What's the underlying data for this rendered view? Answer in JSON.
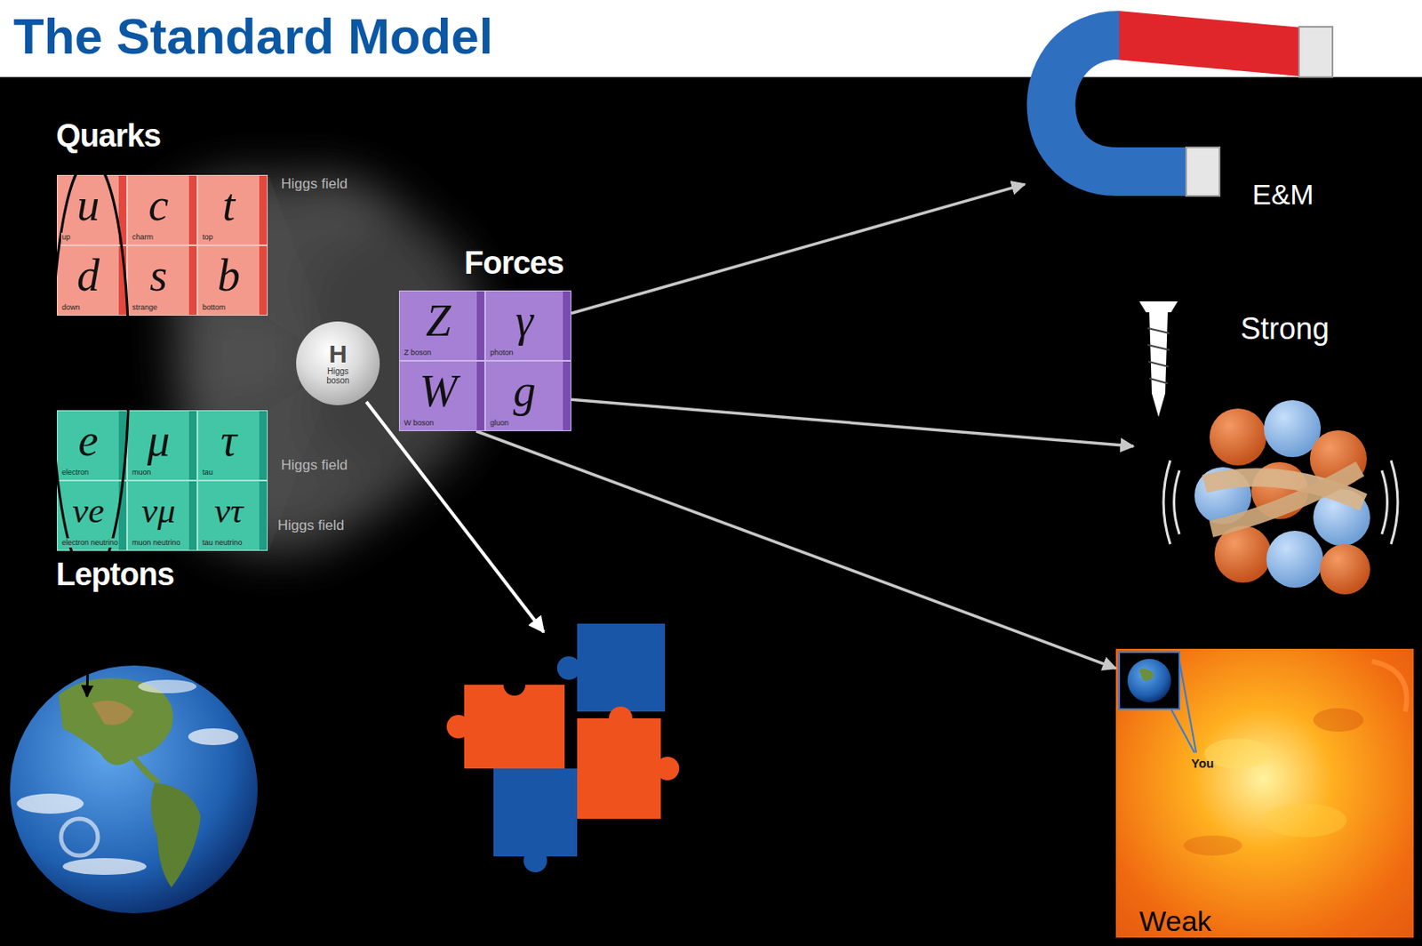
{
  "diagram": {
    "title": "The Standard Model",
    "nodes": [
      {
        "text": [
          "Quarks"
        ]
      },
      {
        "text": [
          "u",
          "up"
        ],
        "in": 0
      },
      {
        "text": [
          "c",
          "charm"
        ],
        "in": 0
      },
      {
        "text": [
          "t",
          "top"
        ],
        "in": 0
      },
      {
        "text": [
          "d",
          "down"
        ],
        "in": 0
      },
      {
        "text": [
          "s",
          "strange"
        ],
        "in": 0
      },
      {
        "text": [
          "b",
          "bottom"
        ],
        "in": 0
      },
      {
        "text": [
          "Leptons"
        ]
      },
      {
        "text": [
          "e",
          "electron"
        ],
        "in": 7
      },
      {
        "text": [
          "μ",
          "muon"
        ],
        "in": 7
      },
      {
        "text": [
          "τ",
          "tau"
        ],
        "in": 7
      },
      {
        "text": [
          "νe",
          "electron neutrino"
        ],
        "in": 7
      },
      {
        "text": [
          "νμ",
          "muon neutrino"
        ],
        "in": 7
      },
      {
        "text": [
          "ντ",
          "tau neutrino"
        ],
        "in": 7
      },
      {
        "text": [
          "H",
          "Higgs boson"
        ]
      },
      {
        "text": [
          "Forces"
        ]
      },
      {
        "text": [
          "Z",
          "Z boson"
        ],
        "in": 15
      },
      {
        "text": [
          "γ",
          "photon"
        ],
        "in": 15
      },
      {
        "text": [
          "W",
          "W boson"
        ],
        "in": 15
      },
      {
        "text": [
          "g",
          "gluon"
        ],
        "in": 15
      },
      {
        "text": [
          "E&M"
        ]
      },
      {
        "text": [
          "Strong"
        ]
      },
      {
        "text": [
          "Weak"
        ]
      }
    ],
    "edges": [
      {
        "from": 17,
        "to": 20,
        "arrow": "to"
      },
      {
        "from": 19,
        "to": 21,
        "arrow": "to"
      },
      {
        "from": 18,
        "to": 22,
        "arrow": "to"
      }
    ],
    "labels": [
      "Higgs field",
      "Higgs field",
      "Higgs field",
      "You"
    ]
  }
}
